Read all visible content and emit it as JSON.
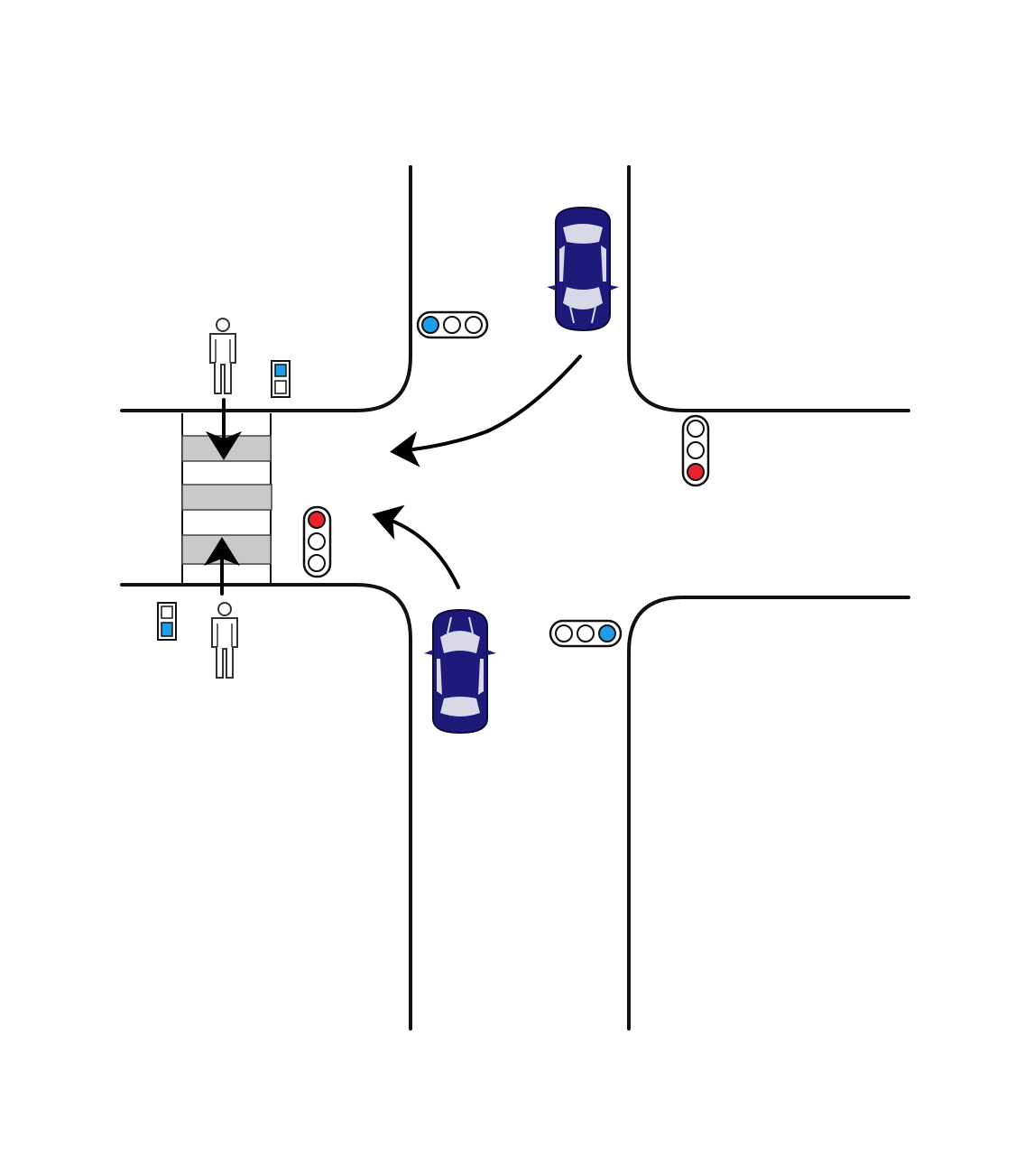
{
  "colors": {
    "background": "#ffffff",
    "road_edge": "#111111",
    "crosswalk_stripe": "#c9c9c9",
    "car_body": "#1f1a7a",
    "car_glass": "#d8d8e8",
    "signal_blue": "#1e9ee6",
    "signal_red": "#e8232a",
    "signal_off": "#ffffff"
  },
  "scene": {
    "cars": [
      {
        "id": "car-northbound-turning-left",
        "icon": "car-icon",
        "facing": "up"
      },
      {
        "id": "car-southbound-turning-right",
        "icon": "car-icon",
        "facing": "down"
      }
    ],
    "pedestrians": [
      {
        "id": "pedestrian-north-corner",
        "icon": "person-icon"
      },
      {
        "id": "pedestrian-south-corner",
        "icon": "person-icon"
      }
    ],
    "traffic_signals": [
      {
        "id": "signal-north-side",
        "orientation": "horizontal",
        "lit": "blue",
        "lamp_index": 0
      },
      {
        "id": "signal-east-side",
        "orientation": "vertical",
        "lit": "red",
        "lamp_index": 2
      },
      {
        "id": "signal-west-side",
        "orientation": "vertical",
        "lit": "red",
        "lamp_index": 0
      },
      {
        "id": "signal-south-side",
        "orientation": "horizontal",
        "lit": "blue",
        "lamp_index": 2
      }
    ],
    "pedestrian_signals": [
      {
        "id": "ped-signal-north",
        "lit": "blue",
        "lamp_index": 0
      },
      {
        "id": "ped-signal-south",
        "lit": "blue",
        "lamp_index": 1
      }
    ],
    "arrows": [
      {
        "id": "arrow-car-southbound-path",
        "icon": "curved-arrow-icon"
      },
      {
        "id": "arrow-car-northbound-path",
        "icon": "curved-arrow-icon"
      },
      {
        "id": "arrow-pedestrian-north",
        "icon": "arrow-down-icon"
      },
      {
        "id": "arrow-pedestrian-south",
        "icon": "arrow-up-icon"
      }
    ],
    "crosswalk": {
      "stripes": 3
    }
  }
}
